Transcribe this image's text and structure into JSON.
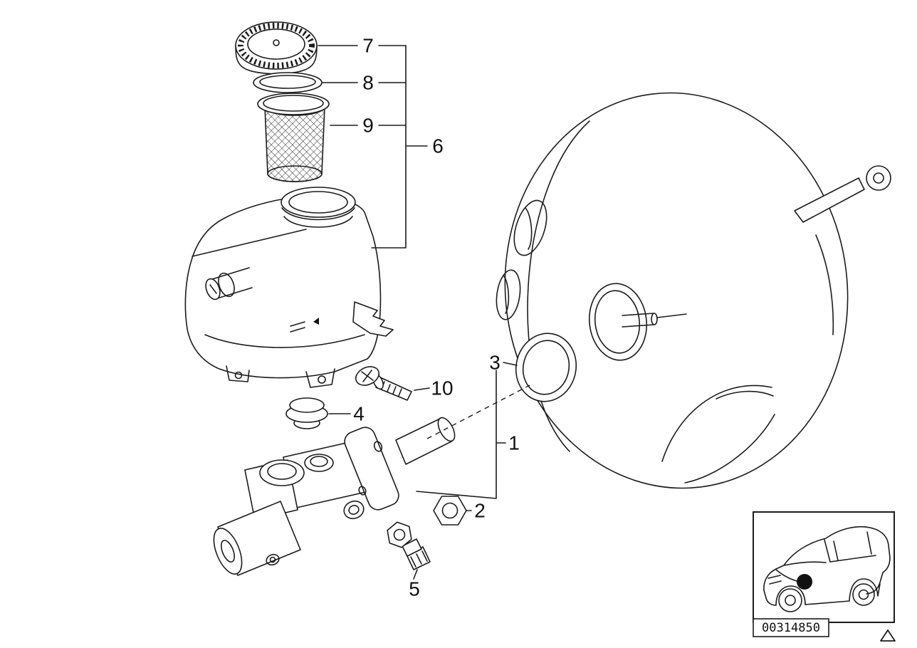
{
  "diagram": {
    "callouts": {
      "master_cylinder": "1",
      "nut": "2",
      "o_ring": "3",
      "plug": "4",
      "screw_plug": "5",
      "reservoir_group": "6",
      "cap": "7",
      "seal_ring": "8",
      "strainer": "9",
      "screw": "10"
    },
    "footer": {
      "image_code": "00314850"
    }
  }
}
